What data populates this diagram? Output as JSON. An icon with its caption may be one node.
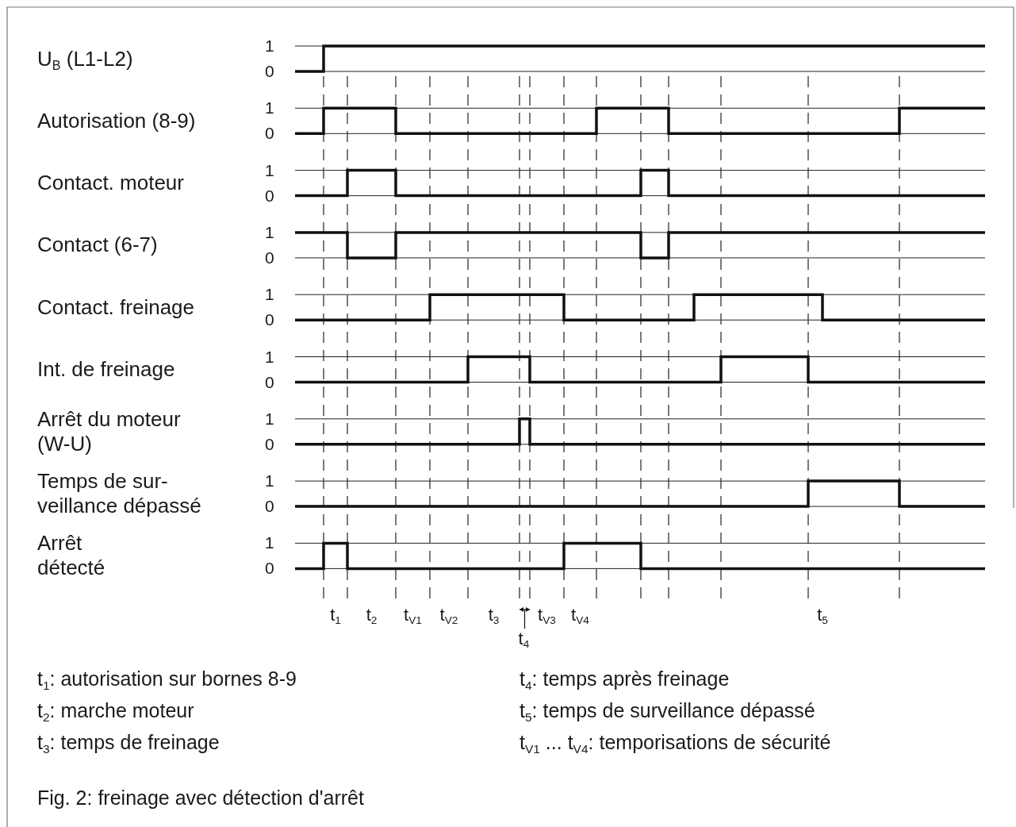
{
  "diagram": {
    "caption": "Fig. 2: freinage avec détection d'arrêt",
    "labels": [
      "U$_{B}$ (L1-L2)",
      "1",
      "0",
      "Autorisation (8-9)",
      "1",
      "0",
      "Contact.  moteur",
      "1",
      "0",
      "Contact (6-7)",
      "1",
      "0",
      "Contact. freinage",
      "1",
      "0",
      "Int. de freinage",
      "1",
      "0",
      "Arrêt du moteur (W-U)",
      "1",
      "0",
      "Temps de sur- veillance dépassé",
      "1",
      "0",
      "Arrêt détecté",
      "1",
      "0",
      "t$_{1}$",
      "t$_{2}$",
      "t$_{V1}$",
      "t$_{V2}$",
      "t$_{3}$",
      "t$_{V3}$",
      "t$_{V4}$",
      "t$_{5}$",
      "t$_{4}$",
      "t$_{1}$: autorisation sur bornes 8-9",
      "t$_{4}$: temps après freinage",
      "t$_{2}$: marche moteur",
      "t$_{5}$: temps de surveillance dépassé",
      "t$_{3}$: temps de freinage",
      "t$_{V1}$ ... t$_{V4}$: temporisations de sécurité"
    ]
  }
}
